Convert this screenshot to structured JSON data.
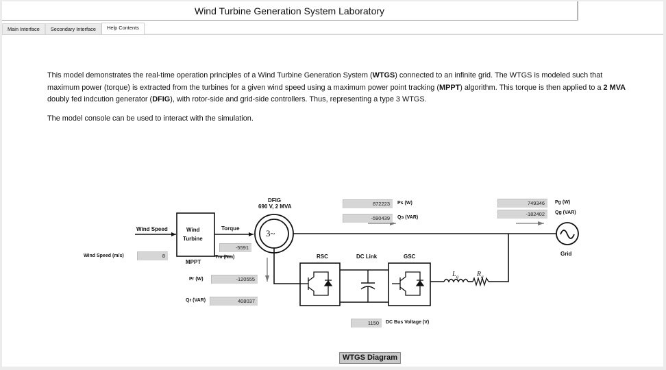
{
  "window": {
    "title": "Wind Turbine Generation System Laboratory"
  },
  "tabs": [
    {
      "label": "Main Interface",
      "active": false
    },
    {
      "label": "Secondary Interface",
      "active": false
    },
    {
      "label": "Help Contents",
      "active": true
    }
  ],
  "description": {
    "p1_parts": [
      "This model demonstrates the real-time operation principles of a Wind Turbine Generation System (",
      "WTGS",
      ") connected to an infinite grid.  The WTGS is modeled such that maximum power (torque) is extracted from the turbines for a given wind speed using a maximum power point tracking (",
      "MPPT",
      ") algorithm. This torque is then applied to a ",
      "2 MVA",
      " doubly fed indcution generator (",
      "DFIG",
      "), with rotor-side and grid-side controllers. Thus, representing a type 3 WTGS."
    ],
    "p2": "The model console can be used to interact with the simulation."
  },
  "diagram": {
    "wind_speed_label": "Wind Speed",
    "turbine_label_line1": "Wind",
    "turbine_label_line2": "Turbine",
    "mppt_label": "MPPT",
    "torque_label": "Torque",
    "dfig_label_line1": "DFIG",
    "dfig_label_line2": "690 V, 2 MVA",
    "dfig_symbol": "3~",
    "rsc_label": "RSC",
    "dc_link_label": "DC Link",
    "gsc_label": "GSC",
    "lg_label": "L",
    "lg_sub": "g",
    "rg_label": "R",
    "rg_sub": "g",
    "grid_label": "Grid",
    "grid_symbol": "~"
  },
  "indicators": {
    "wind_speed": {
      "label": "Wind Speed (m/s)",
      "value": "8"
    },
    "tm": {
      "label": "Tm (Nm)",
      "value": "-5591"
    },
    "ps": {
      "label": "Ps (W)",
      "value": "872223"
    },
    "qs": {
      "label": "Qs (VAR)",
      "value": "-590439"
    },
    "pg": {
      "label": "Pg (W)",
      "value": "749346"
    },
    "qg": {
      "label": "Qg (VAR)",
      "value": "-182402"
    },
    "pr": {
      "label": "Pr (W)",
      "value": "-120555"
    },
    "qr": {
      "label": "Qr (VAR)",
      "value": "408037"
    },
    "dc_bus": {
      "label": "DC Bus Voltage (V)",
      "value": "1150"
    }
  },
  "footer": {
    "diagram_button": "WTGS Diagram"
  },
  "colors": {
    "line": "#111111",
    "indicator_bg": "#d6d6d6",
    "arrow_gray": "#777777"
  }
}
